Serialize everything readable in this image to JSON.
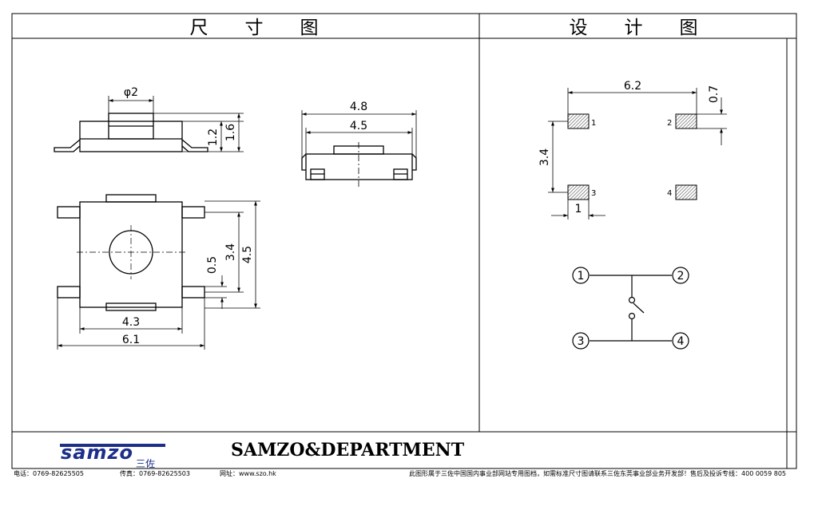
{
  "panels": {
    "left_title": "尺　　寸　　图",
    "right_title": "设　　计　　图"
  },
  "dimensions": {
    "phi2": "φ2",
    "h12": "1.2",
    "h16": "1.6",
    "w48": "4.8",
    "w45": "4.5",
    "w43": "4.3",
    "w61": "6.1",
    "v05": "0.5",
    "v34": "3.4",
    "v45": "4.5",
    "pad_w62": "6.2",
    "pad_h07": "0.7",
    "pad_v34": "3.4",
    "pad_w1": "1"
  },
  "pad_labels": [
    "1",
    "2",
    "3",
    "4"
  ],
  "schematic_pins": [
    "1",
    "2",
    "3",
    "4"
  ],
  "brand": {
    "logo_text": "samzo",
    "logo_cn": "三佐",
    "name": "SAMZO&DEPARTMENT"
  },
  "footer": {
    "phone": "电话：0769-82625505",
    "fax": "传真：0769-82625503",
    "website": "网址：www.szo.hk",
    "notice": "此图形属于三佐中国国内事业部网站专用图档，如需标准尺寸图请联系三佐东莞事业部业务开发部！售后及投诉专线：400 0059 805"
  },
  "colors": {
    "line": "#000000",
    "hatch": "#555555",
    "logo": "#1e2f8a"
  }
}
